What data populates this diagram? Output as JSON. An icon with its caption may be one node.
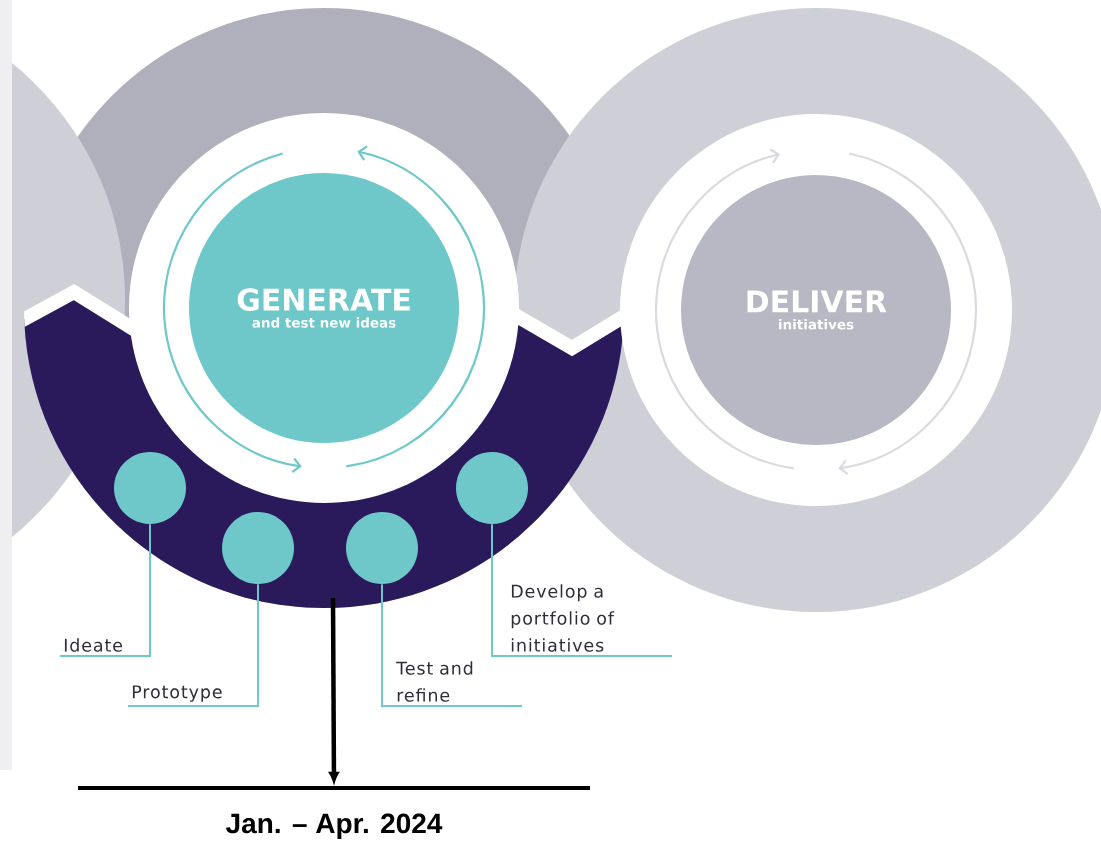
{
  "diagram": {
    "nodes": [
      {
        "text": [
          "GENERATE",
          "and test new ideas"
        ]
      },
      {
        "text": [
          "DELIVER",
          "initiatives"
        ]
      },
      {
        "text": [],
        "shape": "circle"
      },
      {
        "text": [],
        "shape": "circle"
      },
      {
        "text": [],
        "shape": "circle"
      },
      {
        "text": [],
        "shape": "circle"
      },
      {
        "text": [
          "Ideate"
        ]
      },
      {
        "text": [
          "Prototype"
        ]
      },
      {
        "text": [
          "Test and refine"
        ]
      },
      {
        "text": [
          "Develop a portfolio of initiatives"
        ]
      },
      {
        "text": [],
        "shape": "bar",
        "beside": [
          "Jan. – Apr. 2024"
        ]
      }
    ],
    "edges": [
      {
        "from": 6,
        "to": 2,
        "arrow": "none"
      },
      {
        "from": 7,
        "to": 3,
        "arrow": "none"
      },
      {
        "from": 8,
        "to": 4,
        "arrow": "none"
      },
      {
        "from": 9,
        "to": 5,
        "arrow": "none"
      },
      {
        "from": null,
        "to": 10,
        "arrow": "to",
        "style": "thick",
        "color": "#000000"
      }
    ]
  }
}
